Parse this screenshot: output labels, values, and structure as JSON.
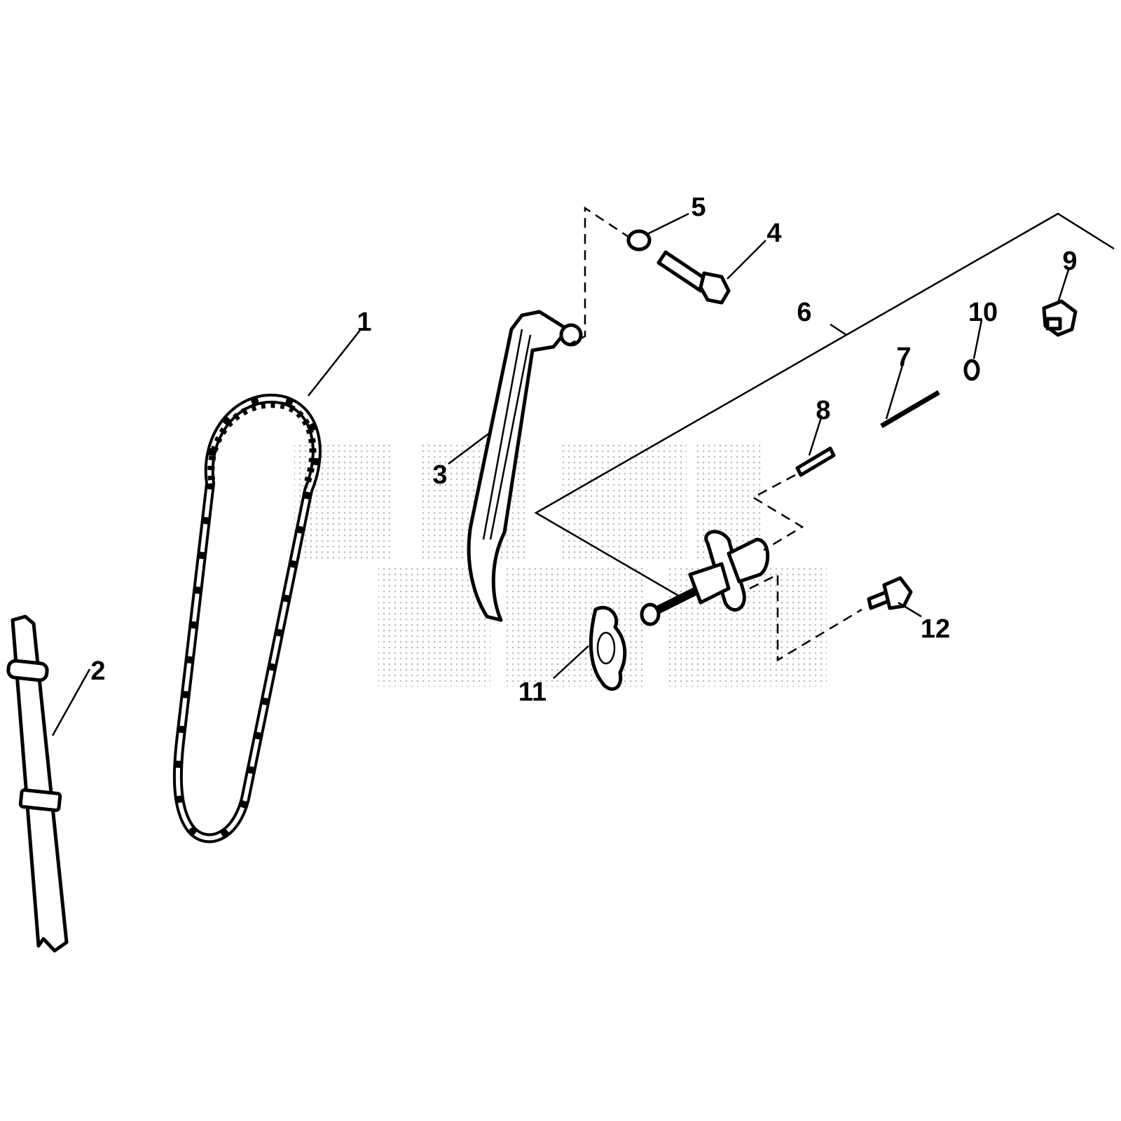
{
  "diagram": {
    "callouts": [
      {
        "number": "1",
        "part": "cam-chain"
      },
      {
        "number": "2",
        "part": "chain-guide"
      },
      {
        "number": "3",
        "part": "tensioner-slipper"
      },
      {
        "number": "4",
        "part": "pivot-bolt"
      },
      {
        "number": "5",
        "part": "collar"
      },
      {
        "number": "6",
        "part": "tensioner-assembly"
      },
      {
        "number": "7",
        "part": "spring"
      },
      {
        "number": "8",
        "part": "pin"
      },
      {
        "number": "9",
        "part": "sealing-bolt"
      },
      {
        "number": "10",
        "part": "o-ring"
      },
      {
        "number": "11",
        "part": "gasket"
      },
      {
        "number": "12",
        "part": "flange-bolt"
      }
    ]
  }
}
